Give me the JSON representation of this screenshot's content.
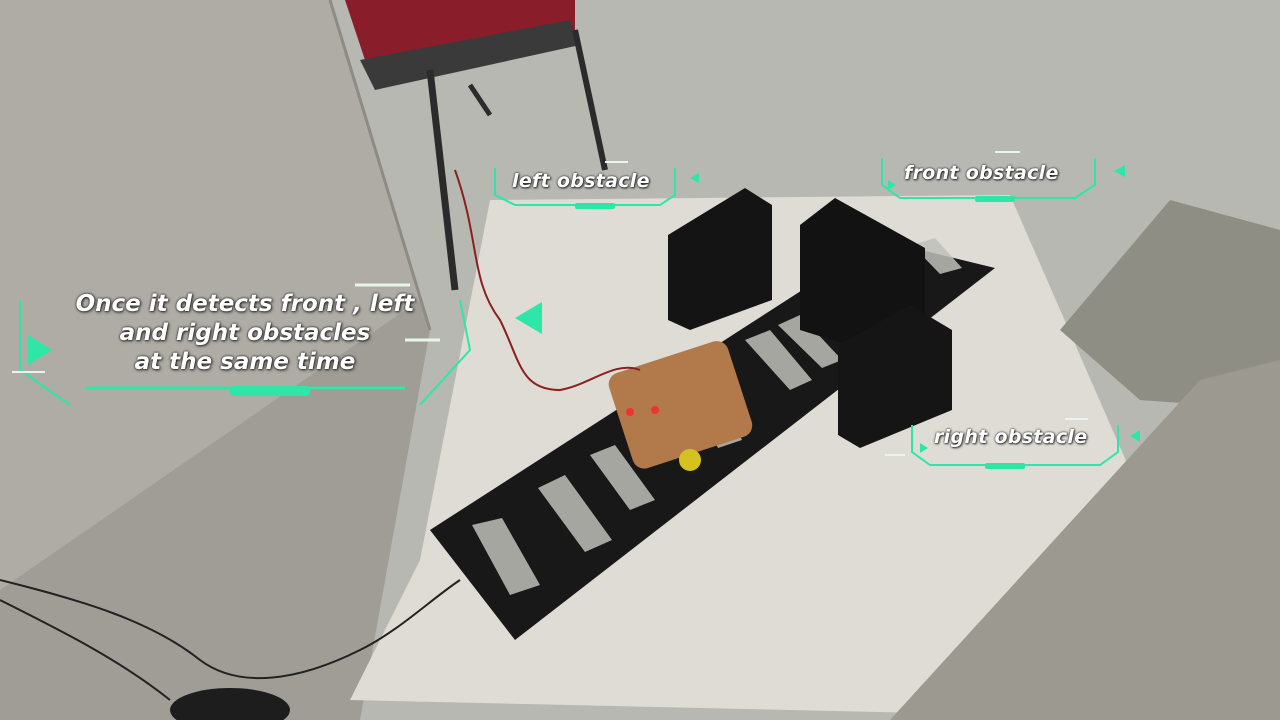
{
  "overlay": {
    "main_caption": {
      "line1": "Once it detects front , left",
      "line2": "and right obstacles",
      "line3": "at the same time"
    },
    "left_label": "left obstacle",
    "front_label": "front obstacle",
    "right_label": "right obstacle",
    "accent_color": "#2ee6a8"
  }
}
